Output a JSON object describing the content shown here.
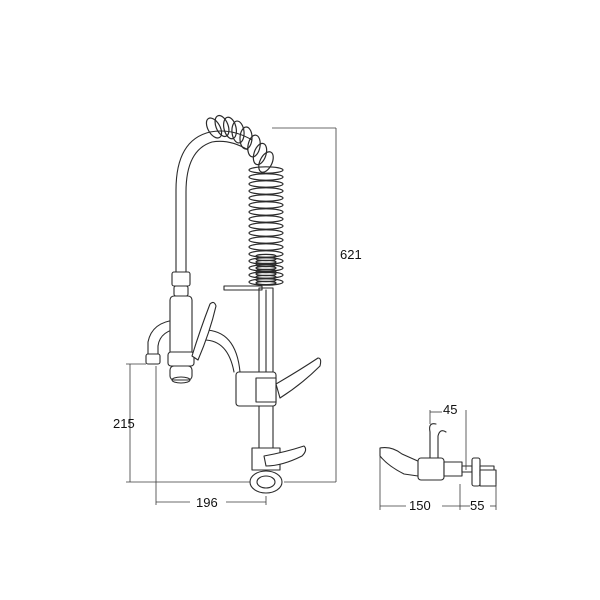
{
  "dimensions": {
    "height_total": "621",
    "outlet_height": "215",
    "spout_reach": "196",
    "wall_depth": "150",
    "flange": "55",
    "outlet_small": "45"
  }
}
